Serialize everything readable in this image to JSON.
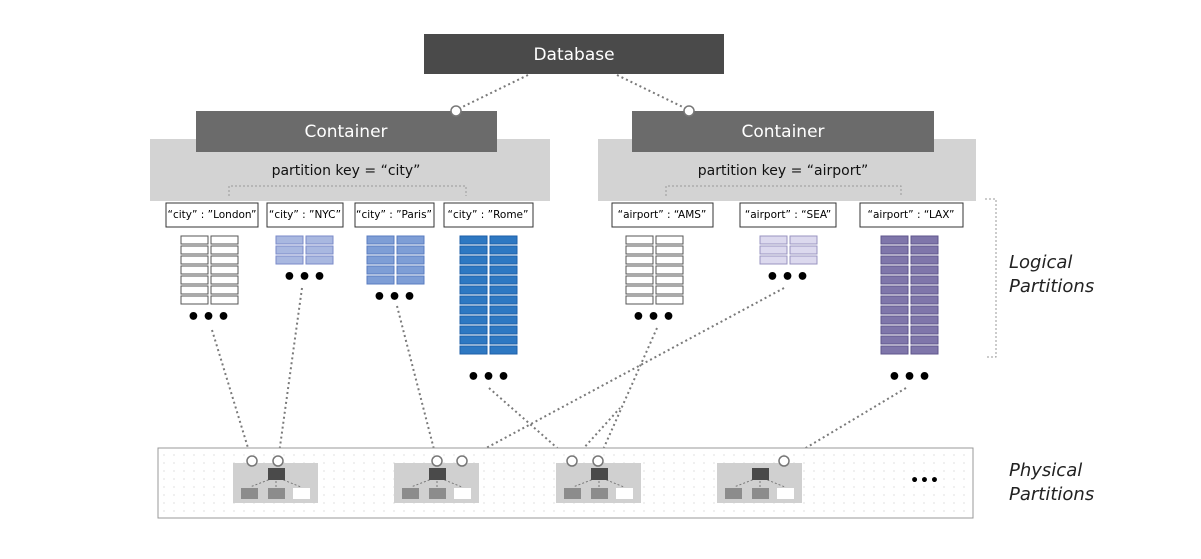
{
  "database": {
    "label": "Database"
  },
  "containers": [
    {
      "label": "Container",
      "partition_key": "partition key = “city”",
      "partitions": [
        {
          "label": "“city” : ”London”",
          "fill": "#ffffff",
          "border": "#555555",
          "rows": 7,
          "ellipsis": "•••"
        },
        {
          "label": "“city” : ”NYC”",
          "fill": "#a9b8e0",
          "border": "#7a8ac8",
          "rows": 3,
          "ellipsis": "•••"
        },
        {
          "label": "“city” : ”Paris”",
          "fill": "#7e9ed6",
          "border": "#5a7cc0",
          "rows": 5,
          "ellipsis": "•••"
        },
        {
          "label": "“city” : ”Rome”",
          "fill": "#2e78c2",
          "border": "#1d5fa8",
          "rows": 12,
          "ellipsis": "•••"
        }
      ]
    },
    {
      "label": "Container",
      "partition_key": "partition key = “airport”",
      "partitions": [
        {
          "label": "“airport” : “AMS”",
          "fill": "#ffffff",
          "border": "#555555",
          "rows": 7,
          "ellipsis": "•••"
        },
        {
          "label": "“airport” : “SEA”",
          "fill": "#dcd9ee",
          "border": "#9a94c0",
          "rows": 3,
          "ellipsis": "•••"
        },
        {
          "label": "“airport” : “LAX”",
          "fill": "#7f76aa",
          "border": "#5f568c",
          "rows": 12,
          "ellipsis": "•••"
        }
      ]
    }
  ],
  "physical_partitions": {
    "count": 4,
    "ellipsis": "•••"
  },
  "side_labels": {
    "logical": [
      "Logical",
      "Partitions"
    ],
    "physical": [
      "Physical",
      "Partitions"
    ]
  },
  "colors": {
    "database_box": "#4a4a4a",
    "container_box": "#6b6b6b",
    "container_panel": "#d3d3d3",
    "physical_box": "#d0d0d0",
    "node_dark": "#4a4a4a",
    "node_mid": "#8c8c8c"
  }
}
